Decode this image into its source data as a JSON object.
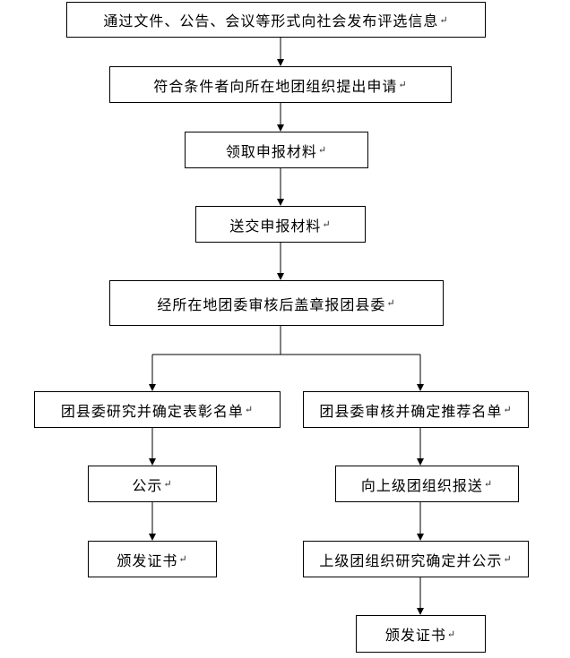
{
  "paragraph_mark": "↵",
  "steps": {
    "s1": "通过文件、公告、会议等形式向社会发布评选信息",
    "s2": "符合条件者向所在地团组织提出申请",
    "s3": "领取申报材料",
    "s4": "送交申报材料",
    "s5": "经所在地团委审核后盖章报团县委",
    "left": {
      "l1": "团县委研究并确定表彰名单",
      "l2": "公示",
      "l3": "颁发证书"
    },
    "right": {
      "r1": "团县委审核并确定推荐名单",
      "r2": "向上级团组织报送",
      "r3": "上级团组织研究确定并公示",
      "r4": "颁发证书"
    }
  }
}
